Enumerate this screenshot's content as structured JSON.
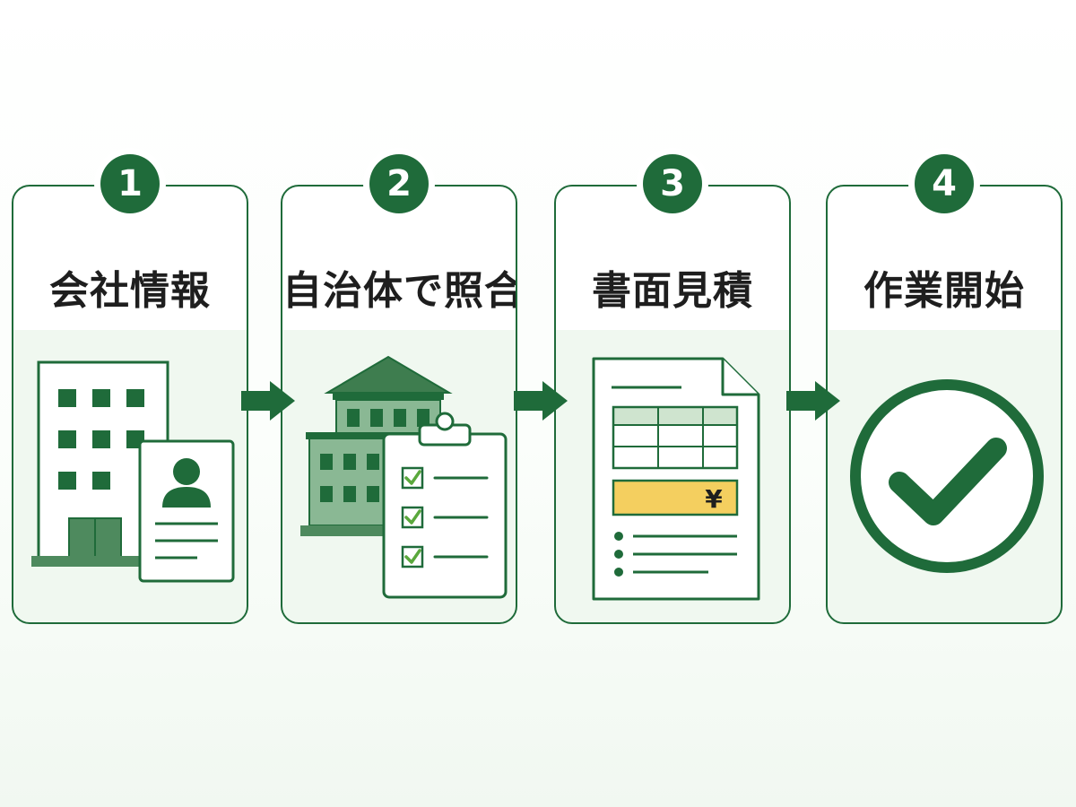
{
  "steps": [
    {
      "number": "1",
      "title": "会社情報",
      "icon": "office-building-with-profile-card-icon"
    },
    {
      "number": "2",
      "title": "自治体で照合",
      "icon": "government-building-with-checklist-icon"
    },
    {
      "number": "3",
      "title": "書面見積",
      "icon": "quotation-document-icon",
      "currency_symbol": "¥"
    },
    {
      "number": "4",
      "title": "作業開始",
      "icon": "check-circle-icon"
    }
  ],
  "colors": {
    "primary": "#1f6b3a",
    "light_green": "#cfe4cf",
    "panel": "#f0f8f0",
    "highlight": "#f4cf5f"
  }
}
